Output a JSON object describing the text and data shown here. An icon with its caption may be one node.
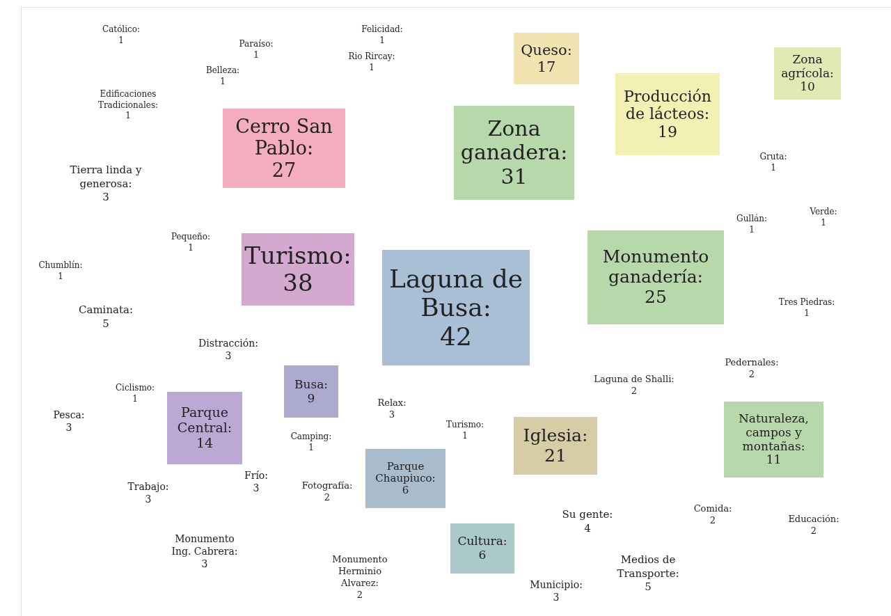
{
  "diagram": {
    "nodes": [
      {
        "text": [
          "Queso: 17"
        ]
      },
      {
        "text": [
          "Zona agrícola: 10"
        ]
      },
      {
        "text": [
          "Producción de lácteos: 19"
        ]
      },
      {
        "text": [
          "Cerro San Pablo: 27"
        ]
      },
      {
        "text": [
          "Zona ganadera: 31"
        ]
      },
      {
        "text": [
          "Monumento ganadería: 25"
        ]
      },
      {
        "text": [
          "Turismo: 38"
        ]
      },
      {
        "text": [
          "Laguna de Busa: 42"
        ]
      },
      {
        "text": [
          "Busa: 9"
        ]
      },
      {
        "text": [
          "Parque Central: 14"
        ]
      },
      {
        "text": [
          "Naturaleza, campos y montañas: 11"
        ]
      },
      {
        "text": [
          "Iglesia: 21"
        ]
      },
      {
        "text": [
          "Parque Chaupiuco: 6"
        ]
      },
      {
        "text": [
          "Cultura: 6"
        ]
      }
    ],
    "labels": [
      "Católico: 1",
      "Felicidad: 1",
      "Paraíso: 1",
      "Rio Rircay: 1",
      "Belleza: 1",
      "Edificaciones Tradicionales: 1",
      "Gruta: 1",
      "Tierra linda y generosa: 3",
      "Verde: 1",
      "Gullán: 1",
      "Pequeño: 1",
      "Chumblín: 1",
      "Tres Piedras: 1",
      "Caminata: 5",
      "Distracción: 3",
      "Pedernales: 2",
      "Laguna de Shalli: 2",
      "Ciclismo: 1",
      "Relax: 3",
      "Pesca: 3",
      "Turismo: 1",
      "Camping: 1",
      "Frío: 3",
      "Trabajo: 3",
      "Fotografía: 2",
      "Comida: 2",
      "Su gente: 4",
      "Educación: 2",
      "Monumento Ing. Cabrera: 3",
      "Medios de Transporte: 5",
      "Monumento Herminio Alvarez: 2",
      "Municipio: 3"
    ]
  }
}
